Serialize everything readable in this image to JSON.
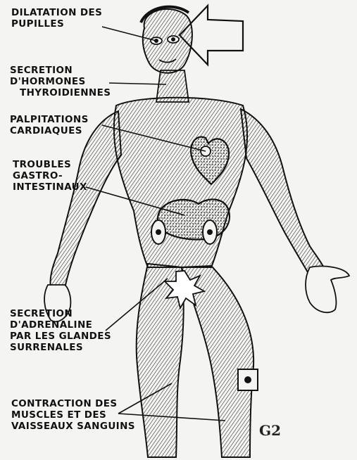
{
  "labels": {
    "pupils": [
      "DILATATION DES",
      "PUPILLES"
    ],
    "thyroid": [
      "SECRETION",
      "D'HORMONES",
      "THYROIDIENNES"
    ],
    "heart": [
      "PALPITATIONS",
      "CARDIAQUES"
    ],
    "gut": [
      "TROUBLES",
      "GASTRO-",
      "INTESTINAUX"
    ],
    "adrenaline": [
      "SECRETION",
      "D'ADRENALINE",
      "PAR LES GLANDES",
      "SURRENALES"
    ],
    "muscles": [
      "CONTRACTION DES",
      "MUSCLES ET DES",
      "VAISSEAUX SANGUINS"
    ]
  },
  "figure_code": "G2",
  "colors": {
    "ink": "#111111",
    "paper": "#f4f4f2",
    "shade": "#bdbdb8"
  },
  "icons": {
    "arrow": "hollow-arrow-icon",
    "figure": "anatomical-body-icon"
  }
}
